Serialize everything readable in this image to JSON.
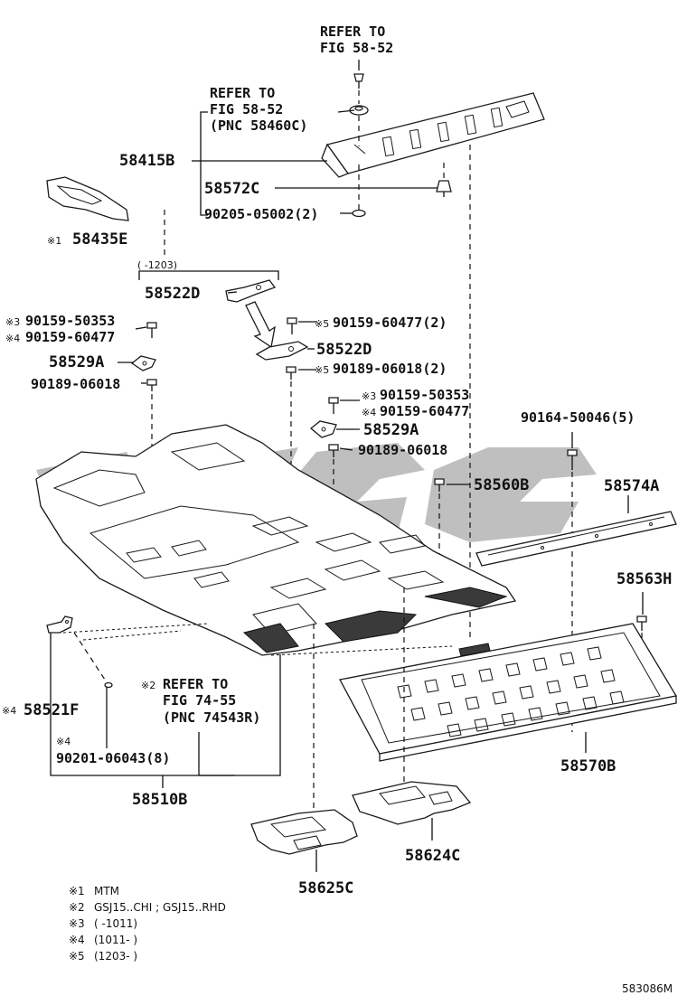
{
  "figure_code": "583086M",
  "callouts": {
    "refer_top_1": "REFER TO",
    "refer_top_2": "FIG 58-52",
    "refer_mid_1": "REFER TO",
    "refer_mid_2": "FIG 58-52",
    "refer_mid_3": "(PNC 58460C)",
    "p58415B": "58415B",
    "p58572C": "58572C",
    "p90205": "90205-05002(2)",
    "p58435E_mark": "※1",
    "p58435E": "58435E",
    "range_1203": "(     -1203)",
    "p58522D_top": "58522D",
    "p90159_50353_a_mark": "※3",
    "p90159_50353_a": "90159-50353",
    "p90159_60477_a_mark": "※4",
    "p90159_60477_a": "90159-60477",
    "p90159_60477_2_mark": "※5",
    "p90159_60477_2": "90159-60477(2)",
    "p58522D_low": "58522D",
    "p58529A_left": "58529A",
    "p90189_06018_2_mark": "※5",
    "p90189_06018_2": "90189-06018(2)",
    "p90189_06018_left": "90189-06018",
    "p90159_50353_b_mark": "※3",
    "p90159_50353_b": "90159-50353",
    "p90159_60477_b_mark": "※4",
    "p90159_60477_b": "90159-60477",
    "p58529A_right": "58529A",
    "p90164": "90164-50046(5)",
    "p90189_06018_right": "90189-06018",
    "p58560B": "58560B",
    "p58574A": "58574A",
    "p58563H": "58563H",
    "refer_low_mark": "※2",
    "refer_low_1": "REFER TO",
    "refer_low_2": "FIG 74-55",
    "refer_low_3": "(PNC 74543R)",
    "p58521F_mark": "※4",
    "p58521F": "58521F",
    "p90201_mark": "※4",
    "p90201": "90201-06043(8)",
    "p58510B": "58510B",
    "p58570B": "58570B",
    "p58624C": "58624C",
    "p58625C": "58625C"
  },
  "notes": [
    {
      "mark": "※1",
      "text": "MTM"
    },
    {
      "mark": "※2",
      "text": "GSJ15..CHI ; GSJ15..RHD"
    },
    {
      "mark": "※3",
      "text": "(        -1011)"
    },
    {
      "mark": "※4",
      "text": "(1011-        )"
    },
    {
      "mark": "※5",
      "text": "(1203-        )"
    }
  ]
}
